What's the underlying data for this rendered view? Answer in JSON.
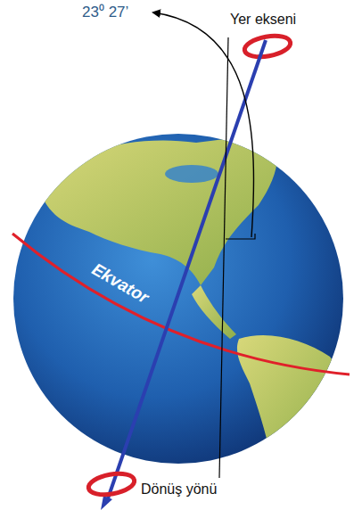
{
  "diagram": {
    "labels": [
      "23⁰ 27’",
      "Yer ekseni",
      "Ekvator",
      "Dönüş yönü"
    ]
  }
}
